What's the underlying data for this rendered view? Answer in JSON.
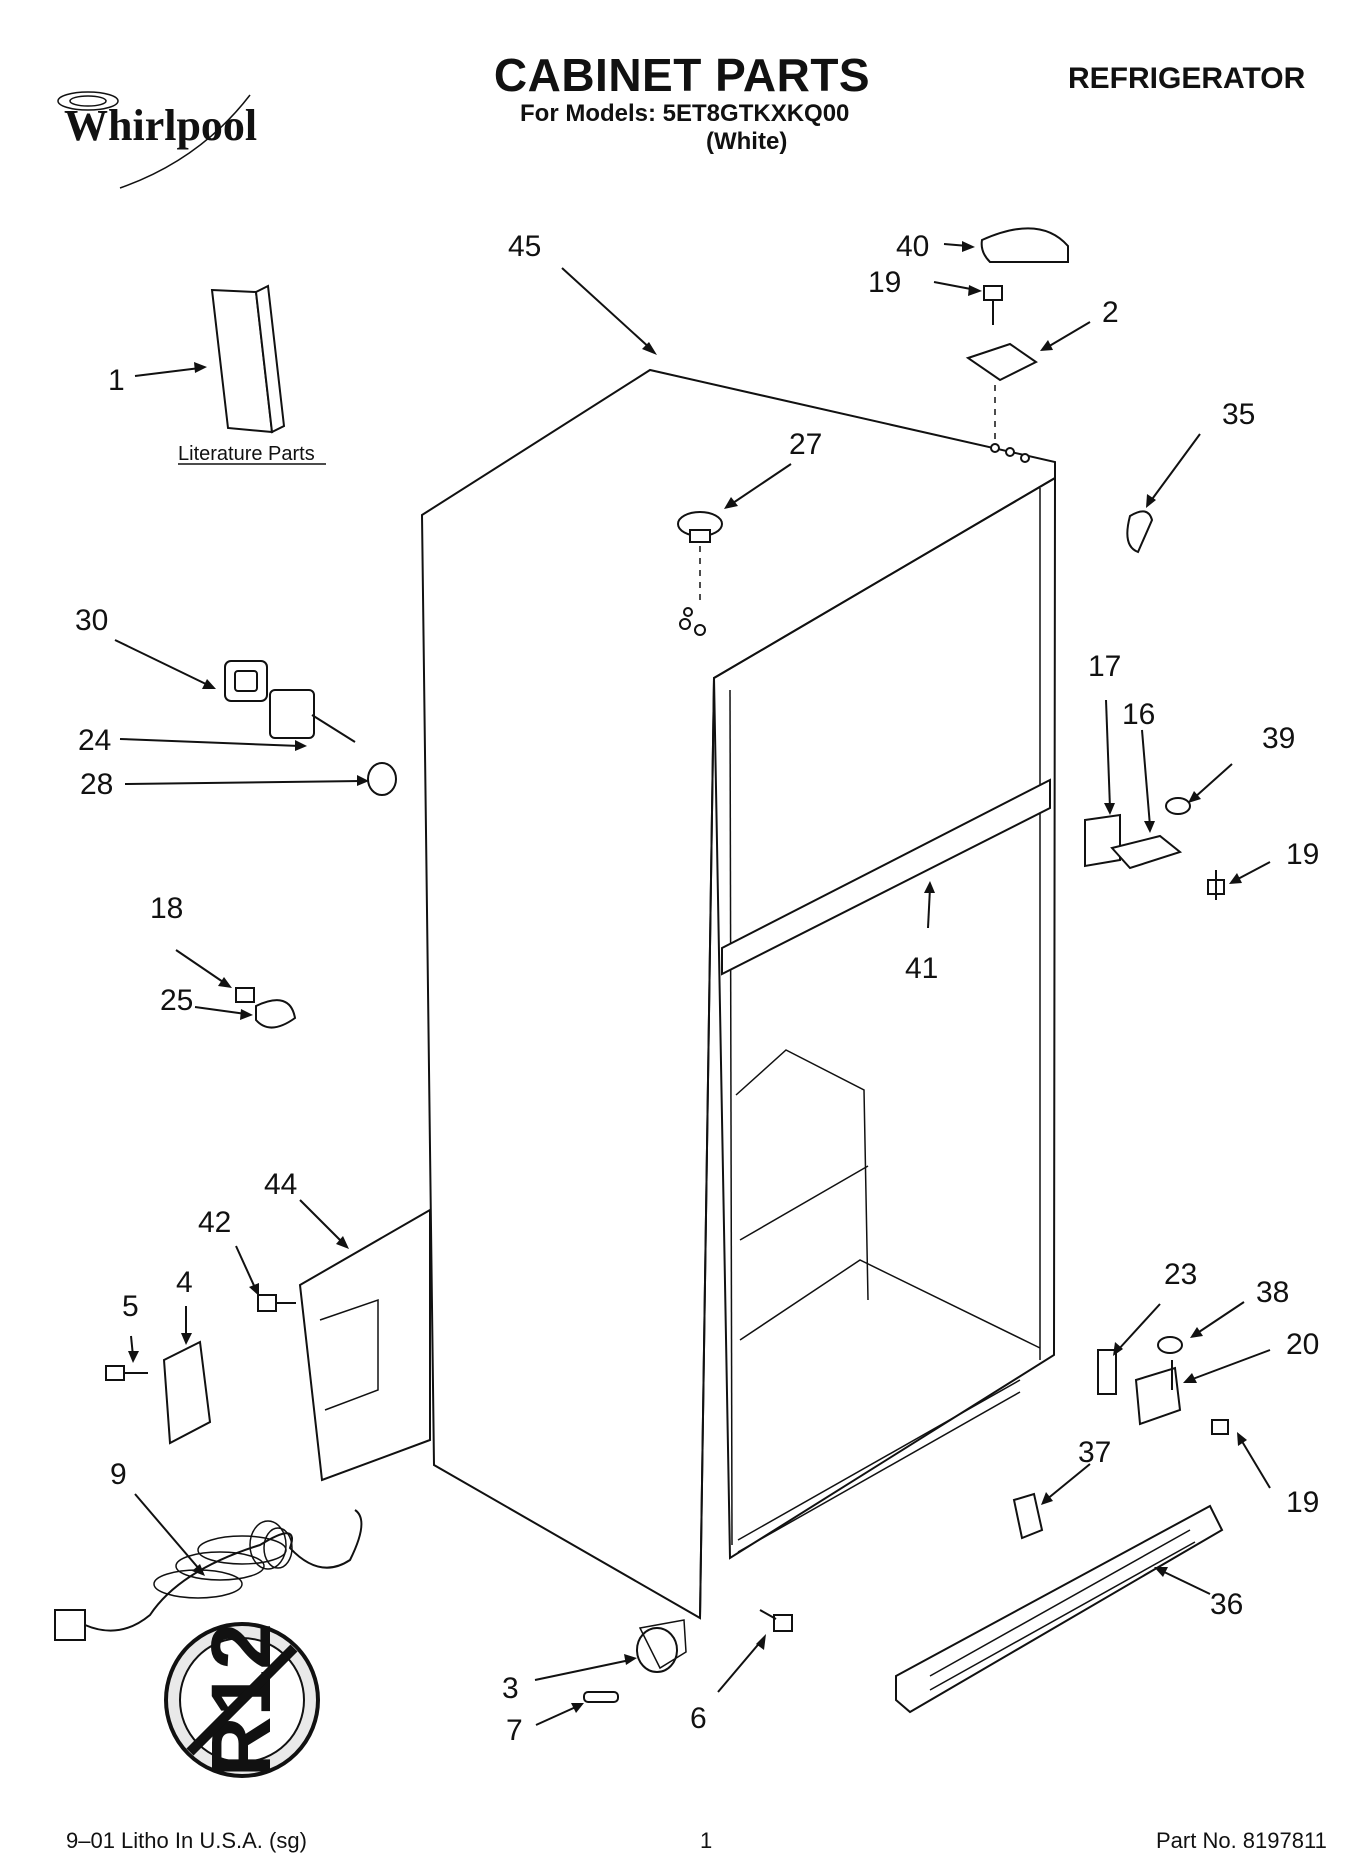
{
  "header": {
    "brand": "Whirlpool",
    "title": "CABINET PARTS",
    "models_line": "For Models: 5ET8GTKXKQ00",
    "color_line": "(White)",
    "product": "REFRIGERATOR"
  },
  "literature_label": "Literature Parts",
  "callouts": [
    "45",
    "40",
    "19",
    "2",
    "35",
    "27",
    "1",
    "30",
    "24",
    "28",
    "17",
    "16",
    "39",
    "19",
    "41",
    "18",
    "25",
    "44",
    "42",
    "5",
    "4",
    "23",
    "38",
    "20",
    "37",
    "19",
    "36",
    "9",
    "3",
    "7",
    "6"
  ],
  "r12_label": "R12",
  "footer": {
    "litho": "9–01 Litho In U.S.A. (sg)",
    "page": "1",
    "part_no": "Part No. 8197811"
  }
}
